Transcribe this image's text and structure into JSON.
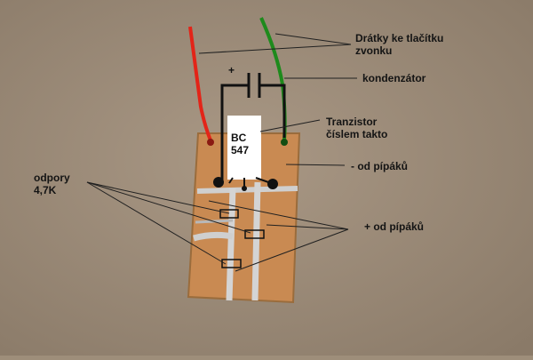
{
  "labels": {
    "wires": "Drátky ke tlačítku\nzvonku",
    "capacitor": "kondenzátor",
    "capacitor_plus": "+",
    "transistor": "Tranzistor\nčíslem takto",
    "minus_beepers": "- od pípáků",
    "plus_beepers": "+ od pípáků",
    "resistors": "odpory\n4,7K",
    "chip": "BC\n547"
  },
  "colors": {
    "background": "#9e8e7a",
    "board": "#c98a52",
    "red_wire": "#e32418",
    "green_wire": "#1e8a1c",
    "annotation_lines": "#202020"
  }
}
